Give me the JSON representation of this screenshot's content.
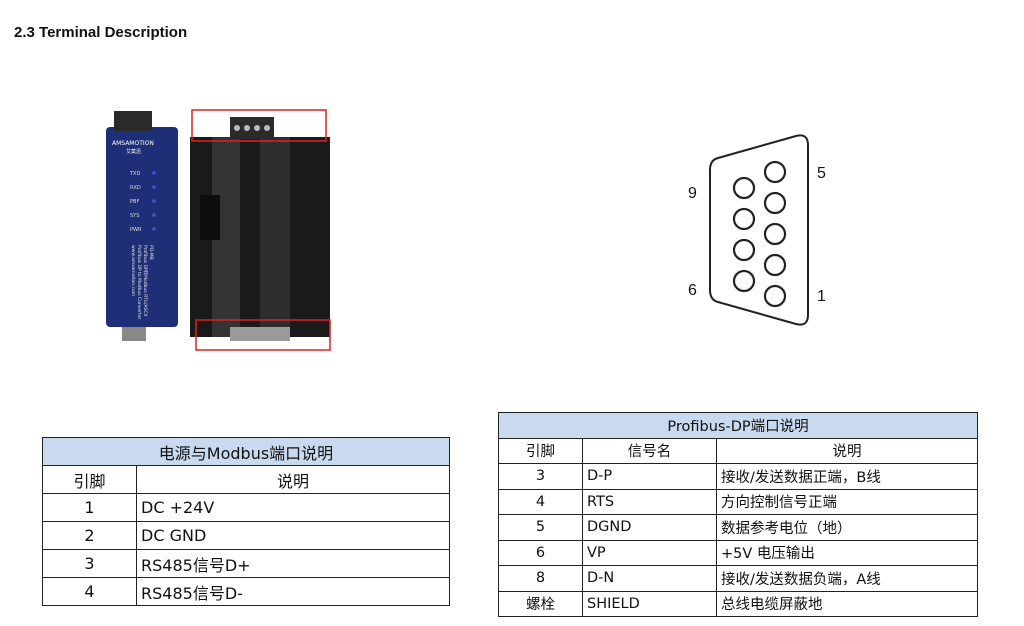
{
  "section_title": "2.3 Terminal Description",
  "device_photo": {
    "brand": "AMSAMOTION",
    "brand_cn": "艾莫迅",
    "leds": [
      "TXD",
      "RXD",
      "PBF",
      "SYS",
      "PWR"
    ],
    "model": "PD-MB",
    "side_text_1": "Profibus DP转Modbus RTU/ASCII",
    "side_text_2": "Profibus DP to Modbus Converter",
    "side_text_3": "www.amsamotion.com"
  },
  "db9": {
    "pin_labels": {
      "top_right": "5",
      "top_left": "9",
      "bottom_left": "6",
      "bottom_right": "1"
    }
  },
  "power_table": {
    "caption": "电源与Modbus端口说明",
    "headers": [
      "引脚",
      "说明"
    ],
    "rows": [
      [
        "1",
        "DC +24V"
      ],
      [
        "2",
        "DC GND"
      ],
      [
        "3",
        "RS485信号D+"
      ],
      [
        "4",
        "RS485信号D-"
      ]
    ]
  },
  "profibus_table": {
    "caption": "Profibus-DP端口说明",
    "headers": [
      "引脚",
      "信号名",
      "说明"
    ],
    "rows": [
      [
        "3",
        "D-P",
        "接收/发送数据正端，B线"
      ],
      [
        "4",
        "RTS",
        "方向控制信号正端"
      ],
      [
        "5",
        "DGND",
        "数据参考电位（地）"
      ],
      [
        "6",
        "VP",
        "+5V 电压输出"
      ],
      [
        "8",
        "D-N",
        "接收/发送数据负端，A线"
      ],
      [
        "螺栓",
        "SHIELD",
        "总线电缆屏蔽地"
      ]
    ]
  }
}
